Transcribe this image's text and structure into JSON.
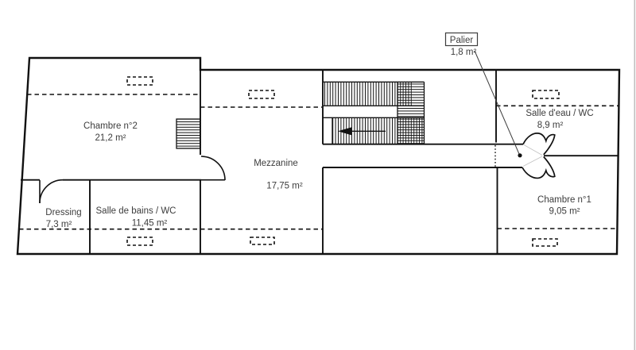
{
  "plan": {
    "title": "floor-plan-upper-level",
    "rooms": [
      {
        "name": "Chambre n°2",
        "area": "21,2  m²"
      },
      {
        "name": "Dressing",
        "area": "7,3  m²"
      },
      {
        "name": "Salle de bains / WC",
        "area": "11,45  m²"
      },
      {
        "name": "Mezzanine",
        "area": "17,75  m²"
      },
      {
        "name": "Salle d'eau / WC",
        "area": "8,9  m²"
      },
      {
        "name": "Chambre n°1",
        "area": "9,05  m²"
      }
    ],
    "callout": {
      "label": "Palier",
      "area": "1,8  m²"
    },
    "colors": {
      "wall": "#111111",
      "text": "#3d3d3d",
      "page_edge": "#bfbfbf"
    }
  }
}
